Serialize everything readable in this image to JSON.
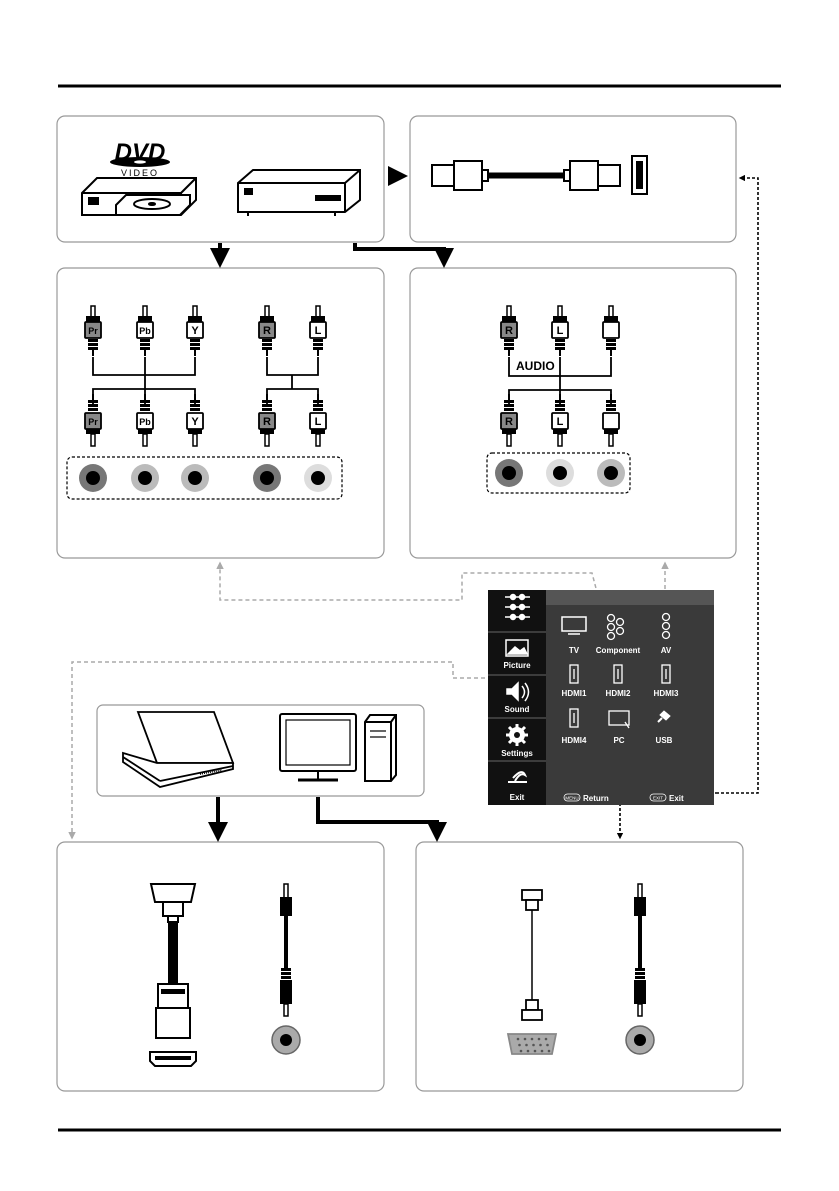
{
  "dvd_logo": {
    "top": "DVD",
    "bottom": "VIDEO"
  },
  "component_plugs": {
    "top": [
      "Pr",
      "Pb",
      "Y",
      "R",
      "L"
    ],
    "bottom": [
      "Pr",
      "Pb",
      "Y",
      "R",
      "L"
    ]
  },
  "av_panel": {
    "audio_label": "AUDIO",
    "top": [
      "R",
      "L",
      ""
    ],
    "bottom": [
      "R",
      "L",
      ""
    ]
  },
  "menu": {
    "sidebar": [
      "Picture",
      "Sound",
      "Settings",
      "Exit"
    ],
    "sources": [
      "TV",
      "Component",
      "AV",
      "HDMI1",
      "HDMI2",
      "HDMI3",
      "HDMI4",
      "PC",
      "USB"
    ],
    "footer": {
      "return_key": "MENU",
      "return_label": "Return",
      "exit_key": "EXIT",
      "exit_label": "Exit"
    }
  }
}
